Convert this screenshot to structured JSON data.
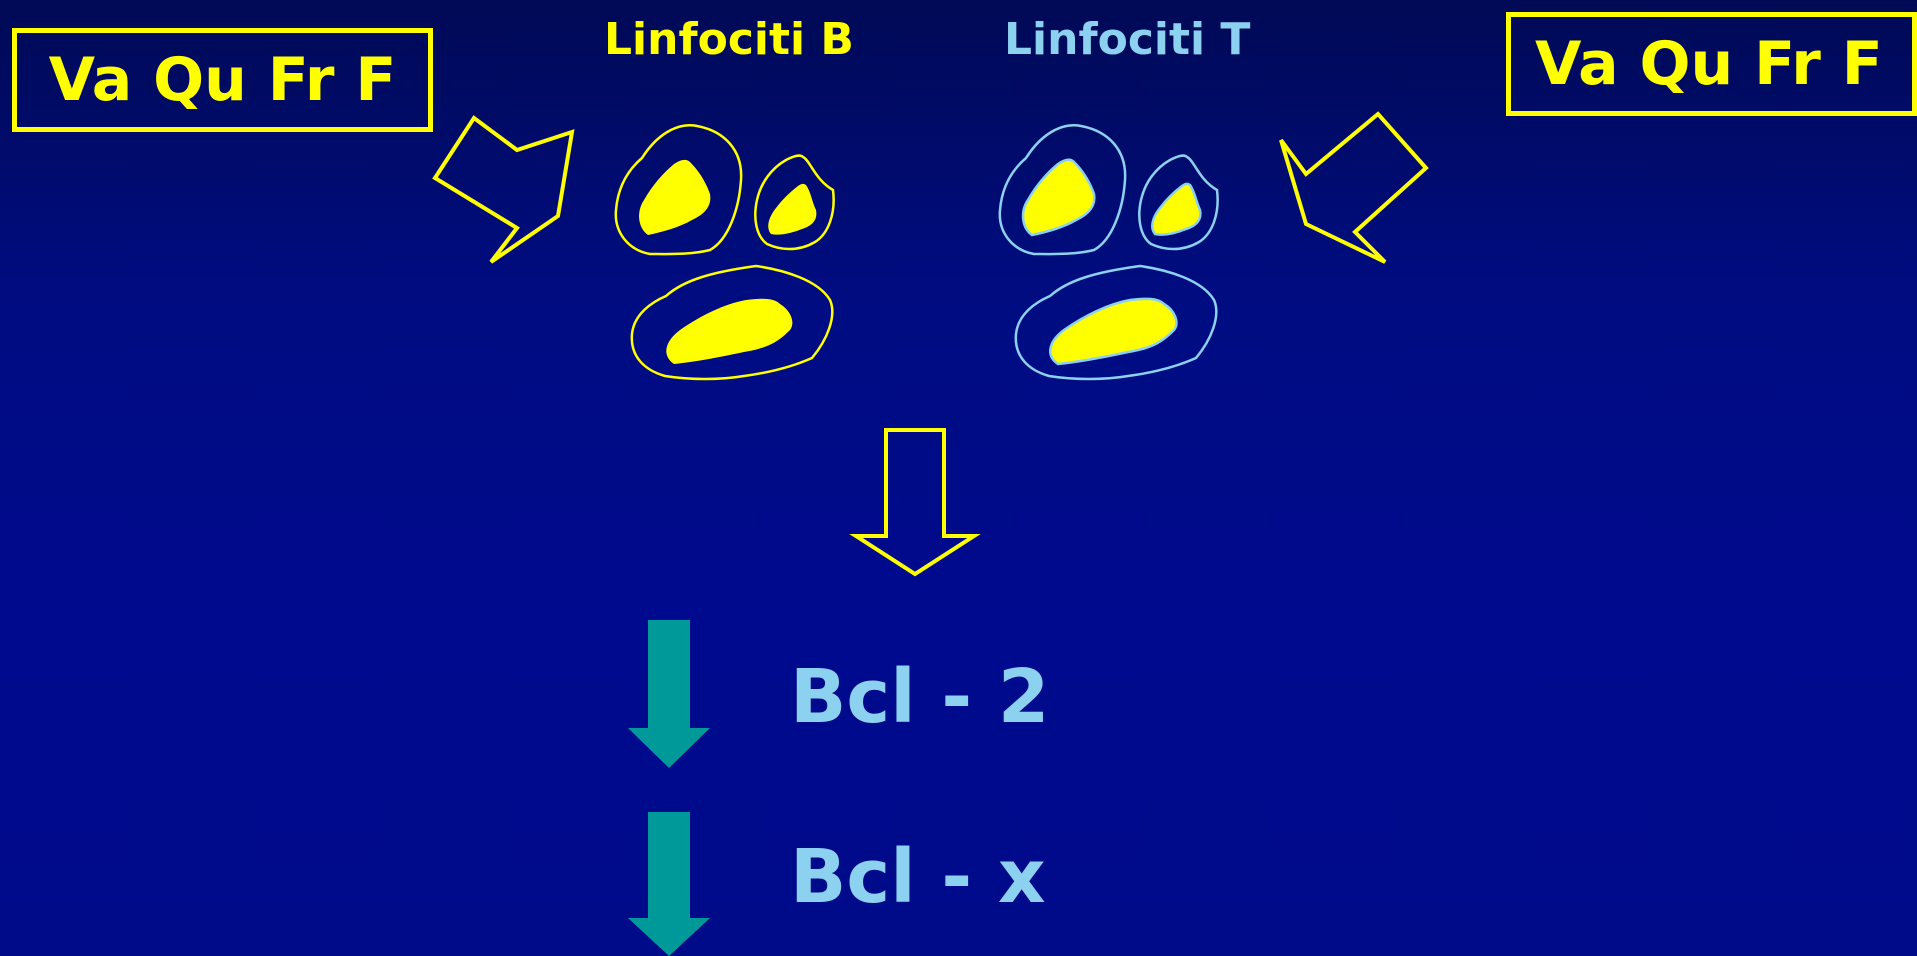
{
  "stimulus_boxes": {
    "left_label": "Va Qu Fr F",
    "right_label": "Va Qu Fr F"
  },
  "cell_groups": {
    "b_label": "Linfociti B",
    "t_label": "Linfociti T"
  },
  "markers": [
    {
      "label": "Bcl - 2"
    },
    {
      "label": "Bcl - x"
    }
  ],
  "colors": {
    "yellow": "#ffff00",
    "light_blue": "#8cd2f0",
    "teal_arrow": "#009999",
    "background": "#000a8e"
  }
}
